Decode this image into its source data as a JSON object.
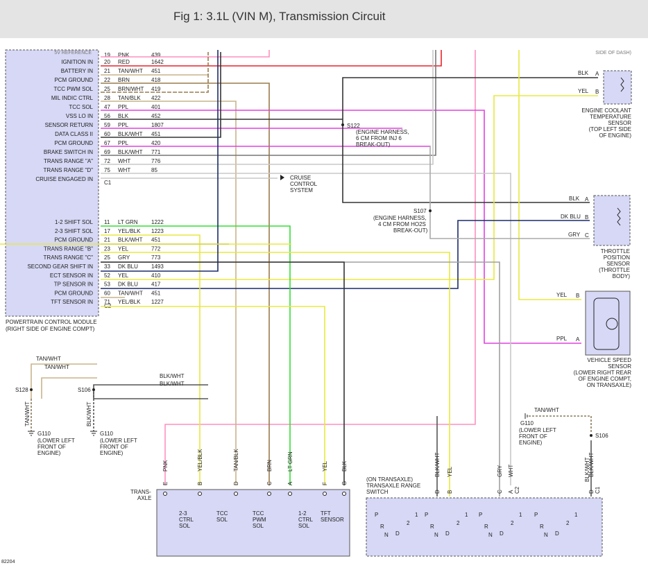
{
  "title": "Fig 1: 3.1L (VIN M), Transmission Circuit",
  "figure_id": "82204",
  "pcm": {
    "name": "POWERTRAIN CONTROL MODULE",
    "location": "(RIGHT SIDE OF ENGINE COMPT)",
    "cut_top_label": "5V REFERENCE",
    "connector_c1": "C1",
    "connector_c2": "C2",
    "c1_pins": [
      {
        "label": "IGNITION IN",
        "pin": "20",
        "color": "RED",
        "circuit": "1642"
      },
      {
        "label": "BATTERY IN",
        "pin": "21",
        "color": "TAN/WHT",
        "circuit": "451"
      },
      {
        "label": "PCM GROUND",
        "pin": "22",
        "color": "BRN",
        "circuit": "418"
      },
      {
        "label": "TCC PWM SOL",
        "pin": "25",
        "color": "BRN/WHT",
        "circuit": "419"
      },
      {
        "label": "MIL INDIC CTRL",
        "pin": "28",
        "color": "TAN/BLK",
        "circuit": "422"
      },
      {
        "label": "TCC SOL",
        "pin": "47",
        "color": "PPL",
        "circuit": "401"
      },
      {
        "label": "VSS LO IN",
        "pin": "56",
        "color": "BLK",
        "circuit": "452"
      },
      {
        "label": "SENSOR RETURN",
        "pin": "59",
        "color": "PPL",
        "circuit": "1807"
      },
      {
        "label": "DATA CLASS II",
        "pin": "60",
        "color": "BLK/WHT",
        "circuit": "451"
      },
      {
        "label": "PCM GROUND",
        "pin": "67",
        "color": "PPL",
        "circuit": "420"
      },
      {
        "label": "BRAKE SWITCH IN",
        "pin": "69",
        "color": "BLK/WHT",
        "circuit": "771"
      },
      {
        "label": "TRANS RANGE \"A\"",
        "pin": "72",
        "color": "WHT",
        "circuit": "776"
      },
      {
        "label": "TRANS RANGE \"D\"",
        "pin": "75",
        "color": "WHT",
        "circuit": "85"
      },
      {
        "label": "CRUISE ENGAGED IN",
        "pin": "",
        "color": "",
        "circuit": ""
      }
    ],
    "c1_top_partial": {
      "pin": "19",
      "color": "PNK",
      "circuit": "439"
    },
    "c2_pins": [
      {
        "label": "1-2 SHIFT SOL",
        "pin": "11",
        "color": "LT GRN",
        "circuit": "1222"
      },
      {
        "label": "2-3 SHIFT SOL",
        "pin": "17",
        "color": "YEL/BLK",
        "circuit": "1223"
      },
      {
        "label": "PCM GROUND",
        "pin": "21",
        "color": "BLK/WHT",
        "circuit": "451"
      },
      {
        "label": "TRANS RANGE \"B\"",
        "pin": "23",
        "color": "YEL",
        "circuit": "772"
      },
      {
        "label": "TRANS RANGE \"C\"",
        "pin": "25",
        "color": "GRY",
        "circuit": "773"
      },
      {
        "label": "SECOND GEAR SHIFT IN",
        "pin": "33",
        "color": "DK BLU",
        "circuit": "1493"
      },
      {
        "label": "ECT SENSOR IN",
        "pin": "52",
        "color": "YEL",
        "circuit": "410"
      },
      {
        "label": "TP SENSOR IN",
        "pin": "53",
        "color": "DK BLU",
        "circuit": "417"
      },
      {
        "label": "PCM GROUND",
        "pin": "60",
        "color": "TAN/WHT",
        "circuit": "451"
      },
      {
        "label": "TFT SENSOR IN",
        "pin": "71",
        "color": "YEL/BLK",
        "circuit": "1227"
      }
    ]
  },
  "splices": {
    "s122": {
      "name": "S122",
      "desc1": "(ENGINE HARNESS,",
      "desc2": "6 CM FROM INJ 6",
      "desc3": "BREAK-OUT)"
    },
    "s107": {
      "name": "S107",
      "desc1": "(ENGINE HARNESS,",
      "desc2": "4 CM FROM HO2S",
      "desc3": "BREAK-OUT)"
    },
    "s128": {
      "name": "S128",
      "wire": "TAN/WHT"
    },
    "s106_left": {
      "name": "S106",
      "wire": "BLK/WHT"
    },
    "s106_right": {
      "name": "S106",
      "wire": "BLK/WHT"
    }
  },
  "cruise": {
    "line1": "CRUISE",
    "line2": "CONTROL",
    "line3": "SYSTEM"
  },
  "grounds": {
    "g110_a": {
      "name": "G110",
      "l1": "(LOWER LEFT",
      "l2": "FRONT OF",
      "l3": "ENGINE)"
    },
    "g110_b": {
      "name": "G110",
      "l1": "(LOWER LEFT",
      "l2": "FRONT OF",
      "l3": "ENGINE)"
    },
    "g110_c": {
      "name": "G110",
      "l1": "(LOWER LEFT",
      "l2": "FRONT OF",
      "l3": "ENGINE)",
      "wire": "TAN/WHT"
    }
  },
  "ect_sensor": {
    "top_partial": "SIDE OF DASH)",
    "pin_a_color": "BLK",
    "pin_a": "A",
    "pin_b_color": "YEL",
    "pin_b": "B",
    "l1": "ENGINE COOLANT",
    "l2": "TEMPERATURE",
    "l3": "SENSOR",
    "l4": "(TOP LEFT SIDE",
    "l5": "OF ENGINE)"
  },
  "tp_sensor": {
    "pin_a_color": "BLK",
    "pin_a": "A",
    "pin_b_color": "DK BLU",
    "pin_b": "B",
    "pin_c_color": "GRY",
    "pin_c": "C",
    "l1": "THROTTLE",
    "l2": "POSITION",
    "l3": "SENSOR",
    "l4": "(THROTTLE",
    "l5": "BODY)"
  },
  "vss": {
    "pin_b_color": "YEL",
    "pin_b": "B",
    "pin_a_color": "PPL",
    "pin_a": "A",
    "l1": "VEHICLE SPEED",
    "l2": "SENSOR",
    "l3": "(LOWER RIGHT REAR",
    "l4": "OF ENGINE COMPT,",
    "l5": "ON TRANSAXLE)"
  },
  "transaxle": {
    "label1": "TRANS-",
    "label2": "AXLE",
    "pins": [
      {
        "color": "PNK",
        "pin": "E"
      },
      {
        "color": "YEL/BLK",
        "pin": "B"
      },
      {
        "color": "TAN/BLK",
        "pin": "D"
      },
      {
        "color": "BRN",
        "pin": "C"
      },
      {
        "color": "LT GRN",
        "pin": "A"
      },
      {
        "color": "YEL",
        "pin": "F"
      },
      {
        "color": "BLK",
        "pin": "G"
      }
    ],
    "components": [
      {
        "l1": "2-3",
        "l2": "CTRL",
        "l3": "SOL"
      },
      {
        "l1": "TCC",
        "l2": "SOL",
        "l3": ""
      },
      {
        "l1": "TCC",
        "l2": "PWM",
        "l3": "SOL"
      },
      {
        "l1": "1-2",
        "l2": "CTRL",
        "l3": "SOL"
      },
      {
        "l1": "TFT",
        "l2": "SENSOR",
        "l3": ""
      }
    ]
  },
  "range_switch": {
    "l1": "(ON TRANSAXLE)",
    "l2": "TRANSAXLE RANGE",
    "l3": "SWITCH",
    "pins": [
      {
        "color": "BLK/WHT",
        "pin": "D"
      },
      {
        "color": "YEL",
        "pin": "B"
      },
      {
        "color": "GRY",
        "pin": "C"
      },
      {
        "color": "WHT",
        "pin": "A"
      },
      {
        "color": "BLK/WHT",
        "pin": "D"
      }
    ],
    "conn_c2": "C2",
    "conn_c1": "C1",
    "positions": [
      "P",
      "R",
      "N",
      "D",
      "1",
      "2"
    ]
  },
  "colors": {
    "red": "#e8202a",
    "pink": "#ff8fc0",
    "tan": "#c8b48a",
    "brown": "#9a7a4a",
    "purple": "#e040e0",
    "black": "#333333",
    "white_wire": "#c8c8c8",
    "green": "#33dd33",
    "yellow": "#e8e840",
    "gray": "#a0a0a0",
    "dkblue": "#1a2a6a",
    "box_fill": "#d6d8f5"
  }
}
